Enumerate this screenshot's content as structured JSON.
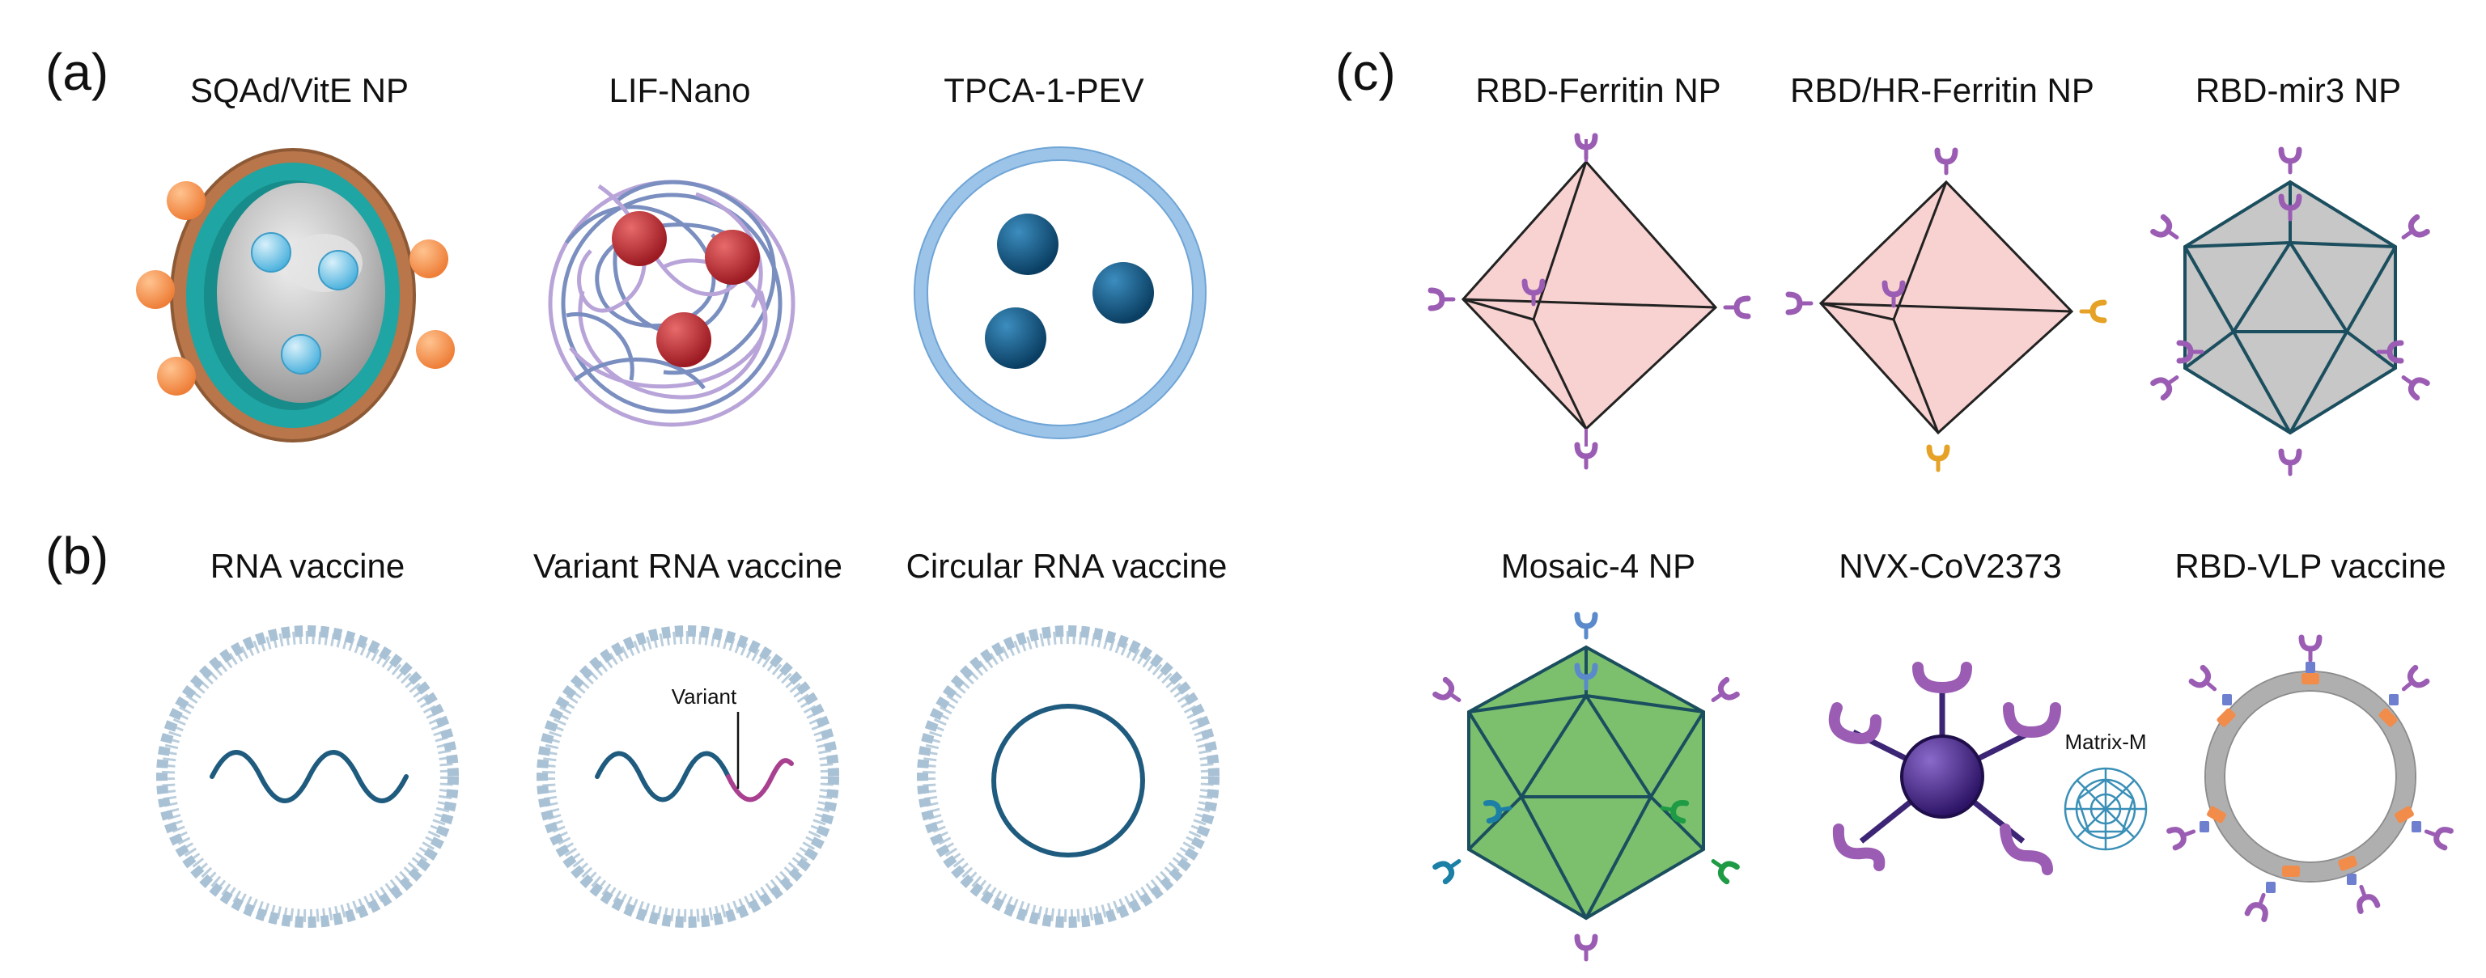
{
  "panels": {
    "a": {
      "letter": "(a)",
      "items": [
        "SQAd/VitE NP",
        "LIF-Nano",
        "TPCA-1-PEV"
      ]
    },
    "b": {
      "letter": "(b)",
      "items": [
        "RNA vaccine",
        "Variant RNA vaccine",
        "Circular RNA vaccine"
      ],
      "variant_label": "Variant"
    },
    "c": {
      "letter": "(c)",
      "items_row1": [
        "RBD-Ferritin NP",
        "RBD/HR-Ferritin NP",
        "RBD-mir3 NP"
      ],
      "items_row2": [
        "Mosaic-4 NP",
        "NVX-CoV2373",
        "RBD-VLP vaccine"
      ],
      "matrix_label": "Matrix-M"
    }
  },
  "colors": {
    "orange": "#F28C4A",
    "teal": "#2BB3B0",
    "gray": "#B8B8B8",
    "lightblue": "#7EC8E8",
    "coil_purple": "#B8A4D8",
    "coil_blue": "#7A8FC0",
    "red": "#B7282E",
    "pev_ring": "#9CC3E8",
    "dark_blue": "#14547F",
    "lipid": "#B9CDDC",
    "rna": "#1F5B7E",
    "variant_pink": "#A8408F",
    "pink_face": "#F8D2D0",
    "purple_antigen": "#9B5DB3",
    "gold_antigen": "#E5A227",
    "mir3_face": "#C7C7C7",
    "green": "#7CC06E",
    "green_antigen": "#1E9B44",
    "core_purple": "#4B2C8C"
  }
}
